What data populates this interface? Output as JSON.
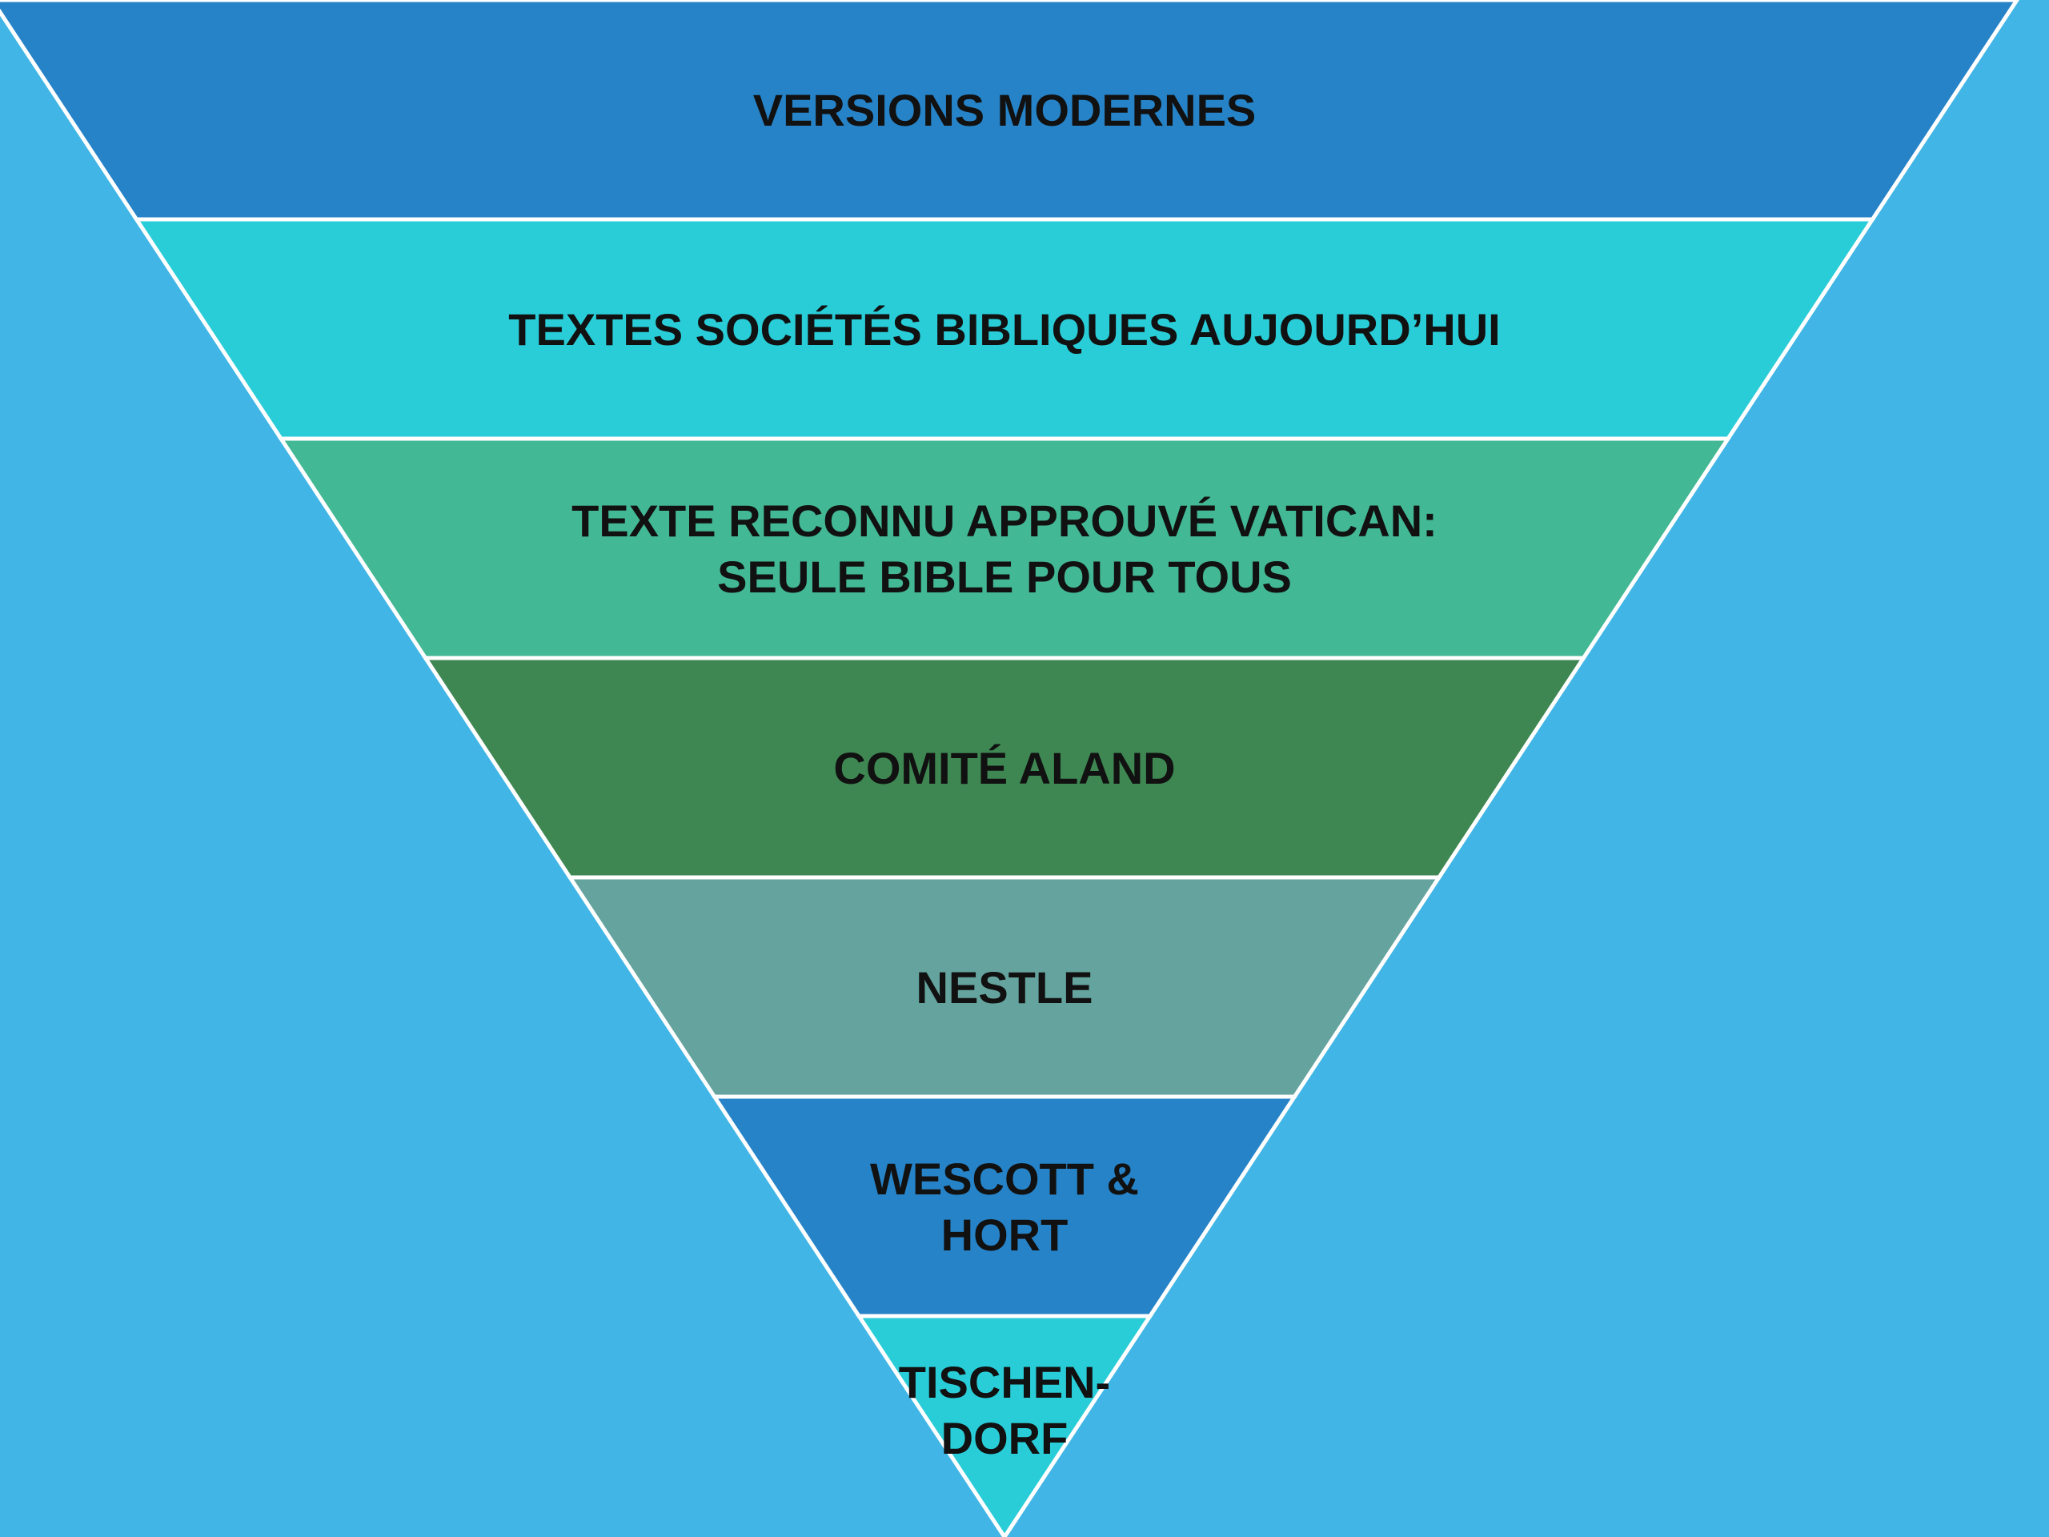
{
  "background_color": "#41b6e6",
  "divider_color": "#ffffff",
  "text_color": "#111111",
  "levels": [
    {
      "lines": [
        "VERSIONS MODERNES"
      ],
      "color": "#2683c8"
    },
    {
      "lines": [
        "TEXTES SOCIÉTÉS BIBLIQUES AUJOURD’HUI"
      ],
      "color": "#29cdd8"
    },
    {
      "lines": [
        "TEXTE RECONNU APPROUVÉ  VATICAN:",
        "SEULE BIBLE POUR TOUS"
      ],
      "color": "#43b894"
    },
    {
      "lines": [
        "COMITÉ ALAND"
      ],
      "color": "#3e8752"
    },
    {
      "lines": [
        "NESTLE"
      ],
      "color": "#64a39e"
    },
    {
      "lines": [
        "WESCOTT &",
        "HORT"
      ],
      "color": "#2683c8"
    },
    {
      "lines": [
        "TISCHEN-",
        "DORF"
      ],
      "color": "#29cdd8"
    }
  ]
}
